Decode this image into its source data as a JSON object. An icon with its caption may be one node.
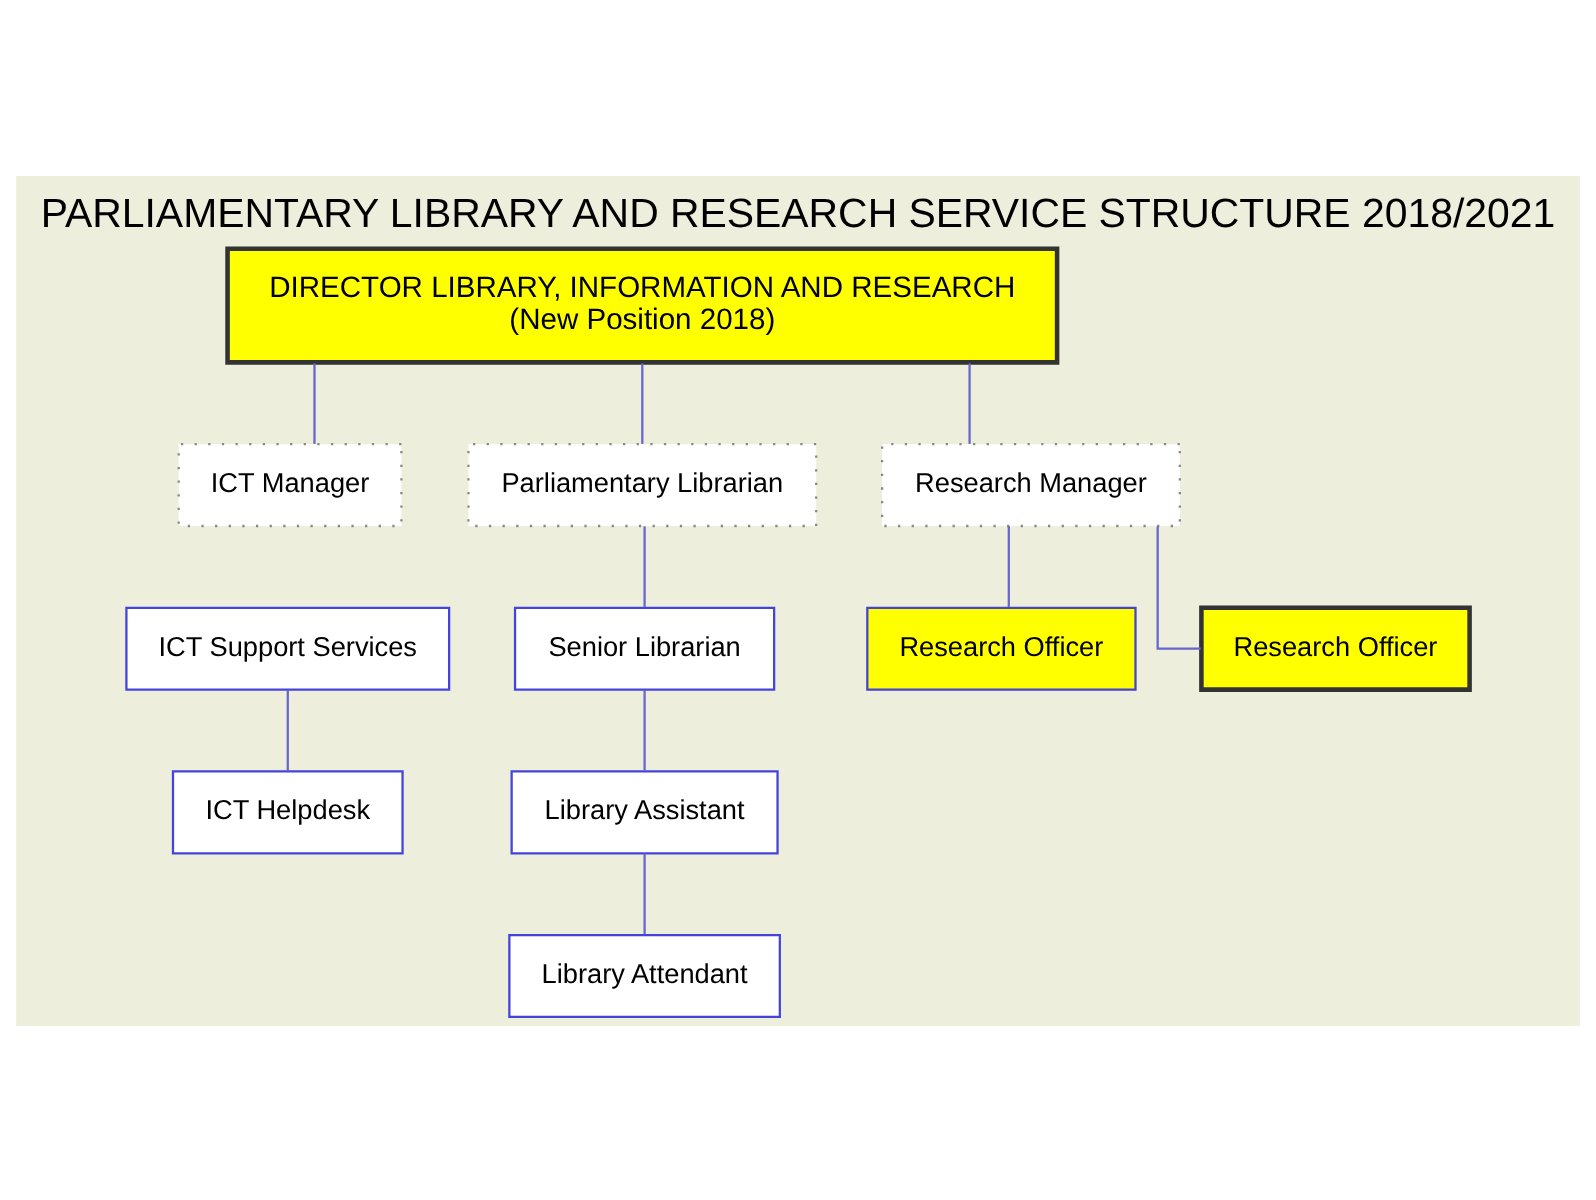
{
  "diagram": {
    "title": "PARLIAMENTARY LIBRARY AND RESEARCH SERVICE STRUCTURE 2018/2021",
    "nodes": [
      {
        "text": [
          "DIRECTOR LIBRARY, INFORMATION AND RESEARCH",
          "(New Position 2018)"
        ]
      },
      {
        "text": [
          "ICT Manager"
        ]
      },
      {
        "text": [
          "Parliamentary Librarian"
        ]
      },
      {
        "text": [
          "Research Manager"
        ]
      },
      {
        "text": [
          "ICT Support Services"
        ]
      },
      {
        "text": [
          "ICT Helpdesk"
        ]
      },
      {
        "text": [
          "Senior Librarian"
        ]
      },
      {
        "text": [
          "Library Assistant"
        ]
      },
      {
        "text": [
          "Library Attendant"
        ]
      },
      {
        "text": [
          "Research Officer"
        ]
      },
      {
        "text": [
          "Research Officer"
        ]
      }
    ],
    "edges": [
      {
        "from": 0,
        "to": 1,
        "arrow": "none"
      },
      {
        "from": 0,
        "to": 2,
        "arrow": "none"
      },
      {
        "from": 0,
        "to": 3,
        "arrow": "none"
      },
      {
        "from": 2,
        "to": 6,
        "arrow": "none"
      },
      {
        "from": 6,
        "to": 7,
        "arrow": "none"
      },
      {
        "from": 7,
        "to": 8,
        "arrow": "none"
      },
      {
        "from": 4,
        "to": 5,
        "arrow": "none"
      },
      {
        "from": 3,
        "to": 9,
        "arrow": "none"
      },
      {
        "from": 3,
        "to": 10,
        "arrow": "none"
      }
    ]
  }
}
